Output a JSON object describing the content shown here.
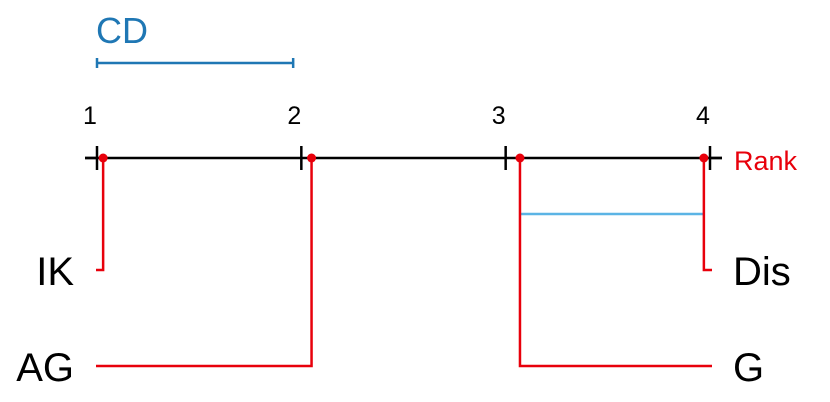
{
  "chart_data": {
    "type": "critical-difference-diagram",
    "axis": {
      "name": "Rank",
      "ticks": [
        "1",
        "2",
        "3",
        "4"
      ],
      "range": [
        1,
        4
      ]
    },
    "cd": {
      "label": "CD",
      "value": 0.96
    },
    "methods": [
      {
        "label": "IK",
        "rank": 1.03,
        "side": "left"
      },
      {
        "label": "AG",
        "rank": 2.05,
        "side": "left"
      },
      {
        "label": "G",
        "rank": 3.07,
        "side": "right"
      },
      {
        "label": "Dis",
        "rank": 3.97,
        "side": "right"
      }
    ],
    "cliques": [
      {
        "from": 3.07,
        "to": 3.97
      }
    ]
  },
  "colors": {
    "axis": "#000000",
    "rank_label": "#e8000b",
    "markers": "#e8000b",
    "connectors": "#e8000b",
    "cd": "#1f77b4",
    "clique": "#5bb4e5",
    "text": "#000000"
  }
}
